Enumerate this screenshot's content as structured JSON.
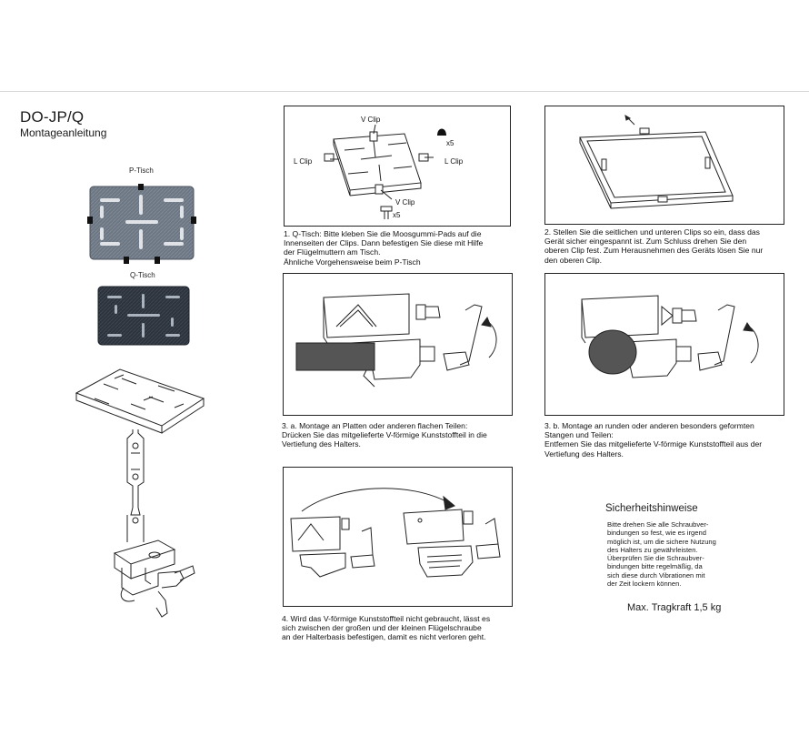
{
  "header": {
    "model": "DO-JP/Q",
    "subtitle": "Montageanleitung"
  },
  "left_figures": {
    "p_tisch_label": "P-Tisch",
    "q_tisch_label": "Q-Tisch"
  },
  "step1": {
    "callouts": {
      "v_clip_top": "V Clip",
      "l_clip_left": "L Clip",
      "l_clip_right": "L Clip",
      "v_clip_bottom": "V Clip",
      "pad_count": "x5",
      "screw_count": "x5"
    },
    "caption_lines": [
      "1. Q-Tisch: Bitte kleben Sie die Moosgummi-Pads auf die",
      "Innenseiten der Clips. Dann befestigen Sie diese mit Hilfe",
      "der Flügelmuttern am Tisch.",
      "Ähnliche Vorgehensweise beim P-Tisch"
    ]
  },
  "step2": {
    "caption_lines": [
      "2. Stellen Sie die seitlichen und unteren Clips so ein, dass das",
      "Gerät sicher eingespannt ist. Zum Schluss drehen Sie den",
      "oberen Clip fest. Zum Herausnehmen des Geräts lösen Sie nur",
      "den oberen Clip."
    ]
  },
  "step3a": {
    "caption_lines": [
      "3. a. Montage an Platten oder anderen flachen Teilen:",
      "Drücken Sie das mitgelieferte V-förmige Kunststoffteil in die",
      "Vertiefung des Halters."
    ]
  },
  "step3b": {
    "caption_lines": [
      "3. b. Montage an runden oder anderen besonders  geformten",
      "Stangen und Teilen:",
      "Entfernen Sie das mitgelieferte V-förmige Kunststoffteil aus der",
      "Vertiefung des Halters."
    ]
  },
  "step4": {
    "caption_lines": [
      "4. Wird das V-förmige Kunststoffteil nicht gebraucht, lässt es",
      "sich zwischen der großen und der kleinen Flügelschraube",
      "an der Halterbasis befestigen, damit es nicht verloren geht."
    ]
  },
  "safety": {
    "title": "Sicherheitshinweise",
    "lines": [
      "Bitte drehen Sie alle Schraubver-",
      "bindungen so fest, wie es irgend",
      "möglich ist, um die sichere Nutzung",
      "des Halters zu gewährleisten.",
      "Überprüfen Sie die Schraubver-",
      "bindungen bitte regelmäßig, da",
      "sich diese durch Vibrationen mit",
      "der Zeit lockern können."
    ],
    "max_load": "Max. Tragkraft  1,5 kg"
  },
  "colors": {
    "p_tisch_plate": "#6f7a86",
    "q_tisch_plate": "#2e3540",
    "line_art": "#222222"
  },
  "icons": [
    "rubber-pad-icon",
    "wing-screw-icon",
    "rotation-arrow-icon"
  ]
}
